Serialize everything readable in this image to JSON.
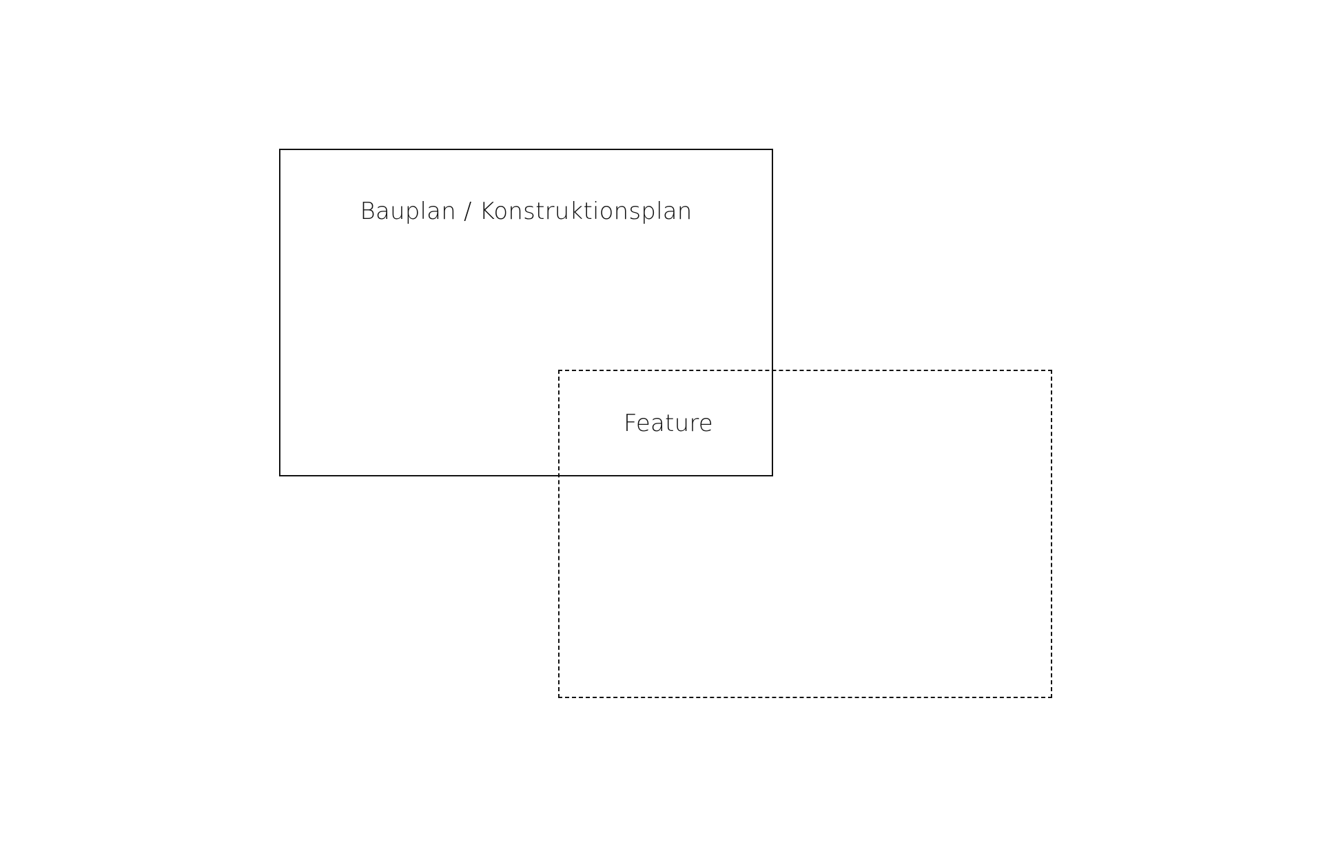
{
  "diagram": {
    "boxes": [
      {
        "label": "Bauplan / Konstruktionsplan",
        "border_style": "solid"
      },
      {
        "label": "Feature",
        "border_style": "dashed"
      }
    ],
    "colors": {
      "stroke": "#111111",
      "text": "#111111",
      "background": "#ffffff"
    }
  }
}
